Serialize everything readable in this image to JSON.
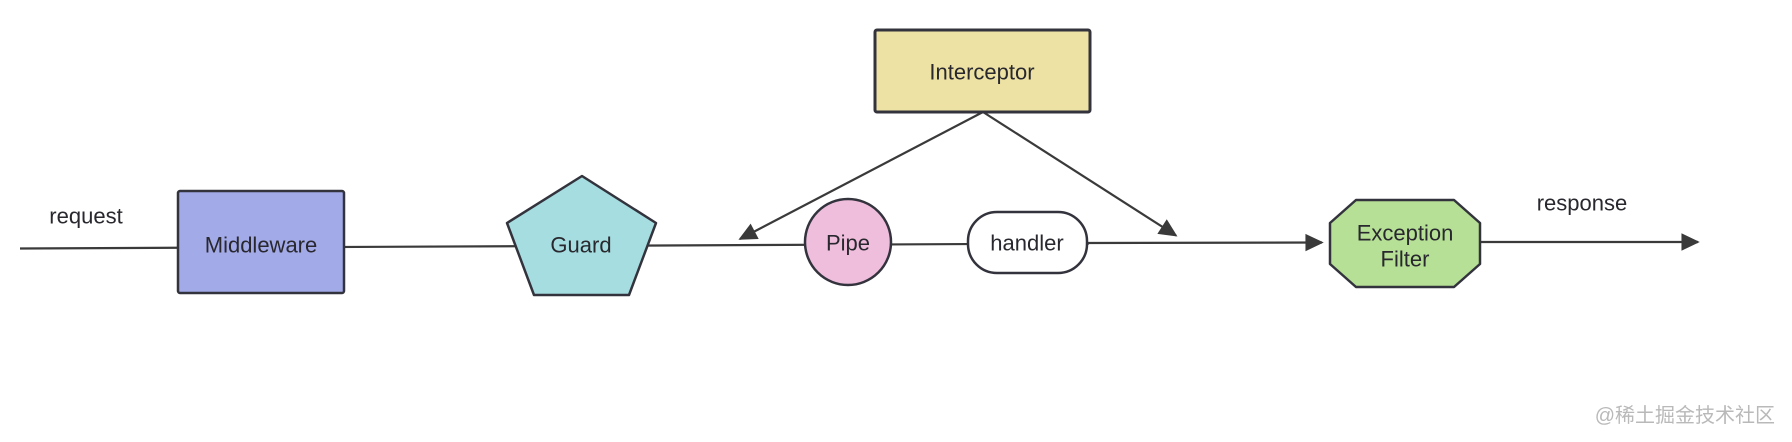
{
  "diagram": {
    "line_color": "#3a3a3a",
    "shape_stroke_color": "#33333d",
    "text_color": "#28282e",
    "edge_labels": {
      "request": "request",
      "response": "response"
    },
    "nodes": [
      {
        "id": "middleware",
        "label": "Middleware",
        "shape": "rectangle",
        "fill": "#a3aae8"
      },
      {
        "id": "guard",
        "label": "Guard",
        "shape": "pentagon",
        "fill": "#a5dde0"
      },
      {
        "id": "interceptor",
        "label": "Interceptor",
        "shape": "rectangle",
        "fill": "#ede2a4"
      },
      {
        "id": "pipe",
        "label": "Pipe",
        "shape": "circle",
        "fill": "#f0bedd"
      },
      {
        "id": "handler",
        "label": "handler",
        "shape": "stadium",
        "fill": "#ffffff"
      },
      {
        "id": "exception_filter",
        "label": "Exception Filter",
        "lines": [
          "Exception",
          "Filter"
        ],
        "shape": "octagon",
        "fill": "#b6e095"
      }
    ],
    "watermark": {
      "text": "@稀土掘金技术社区",
      "color": "#b9b9b9"
    }
  }
}
